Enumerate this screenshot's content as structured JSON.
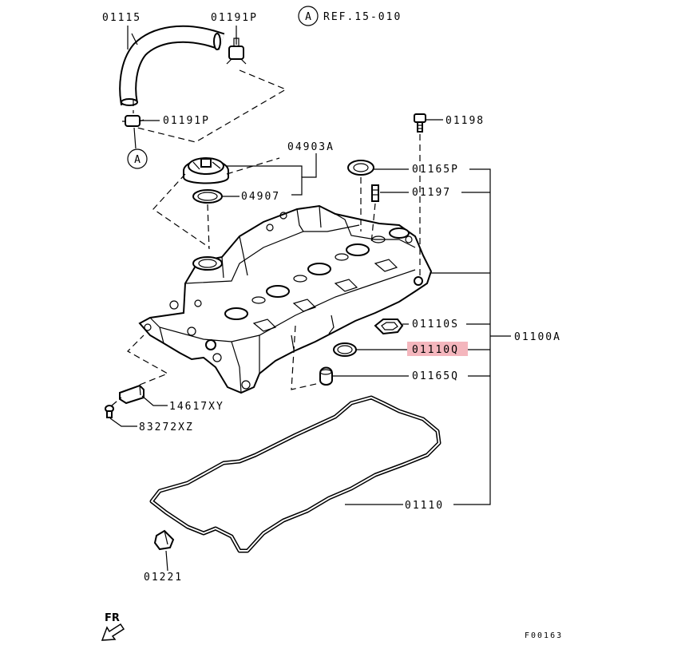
{
  "labels": {
    "p01115": "01115",
    "p01191p_top": "01191P",
    "ref_letter": "A",
    "ref_text": "REF.15-010",
    "p01191p_mid": "01191P",
    "callout_a": "A",
    "p04903a": "04903A",
    "p04907": "04907",
    "p01198": "01198",
    "p01165p": "01165P",
    "p01197": "01197",
    "p01110s": "01110S",
    "p01110q": "01110Q",
    "p01100a": "01100A",
    "p01165q": "01165Q",
    "p14617xy": "14617XY",
    "p83272xz": "83272XZ",
    "p01110": "01110",
    "p01221": "01221",
    "fr": "FR",
    "figure_code": "F00163"
  },
  "colors": {
    "highlight": "#f4b6bd",
    "line": "#000000",
    "background": "#ffffff"
  },
  "highlighted_part": "01110Q"
}
